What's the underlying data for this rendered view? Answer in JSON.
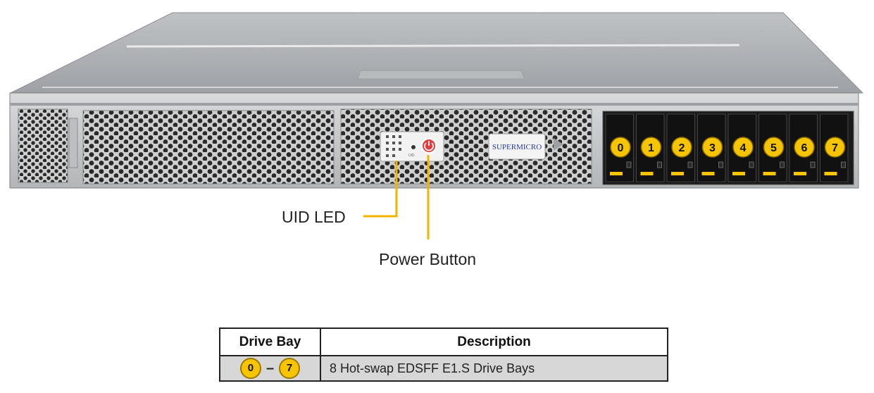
{
  "callouts": {
    "uid_led": "UID LED",
    "power_button": "Power Button"
  },
  "chassis": {
    "brand_logo": "SUPERMICRO",
    "led_panel_text": "UID"
  },
  "drive_bays": {
    "labels": [
      "0",
      "1",
      "2",
      "3",
      "4",
      "5",
      "6",
      "7"
    ]
  },
  "table": {
    "headers": {
      "bay": "Drive Bay",
      "description": "Description"
    },
    "rows": [
      {
        "bay_start": "0",
        "bay_dash": "–",
        "bay_end": "7",
        "description": "8 Hot-swap EDSFF E1.S Drive Bays"
      }
    ]
  },
  "colors": {
    "badge_yellow": "#f6c400",
    "callout_line": "#f2b400",
    "power_red": "#e23a3a",
    "chassis_gray": "#c9c9c9",
    "table_row_gray": "#d7d7d7"
  }
}
